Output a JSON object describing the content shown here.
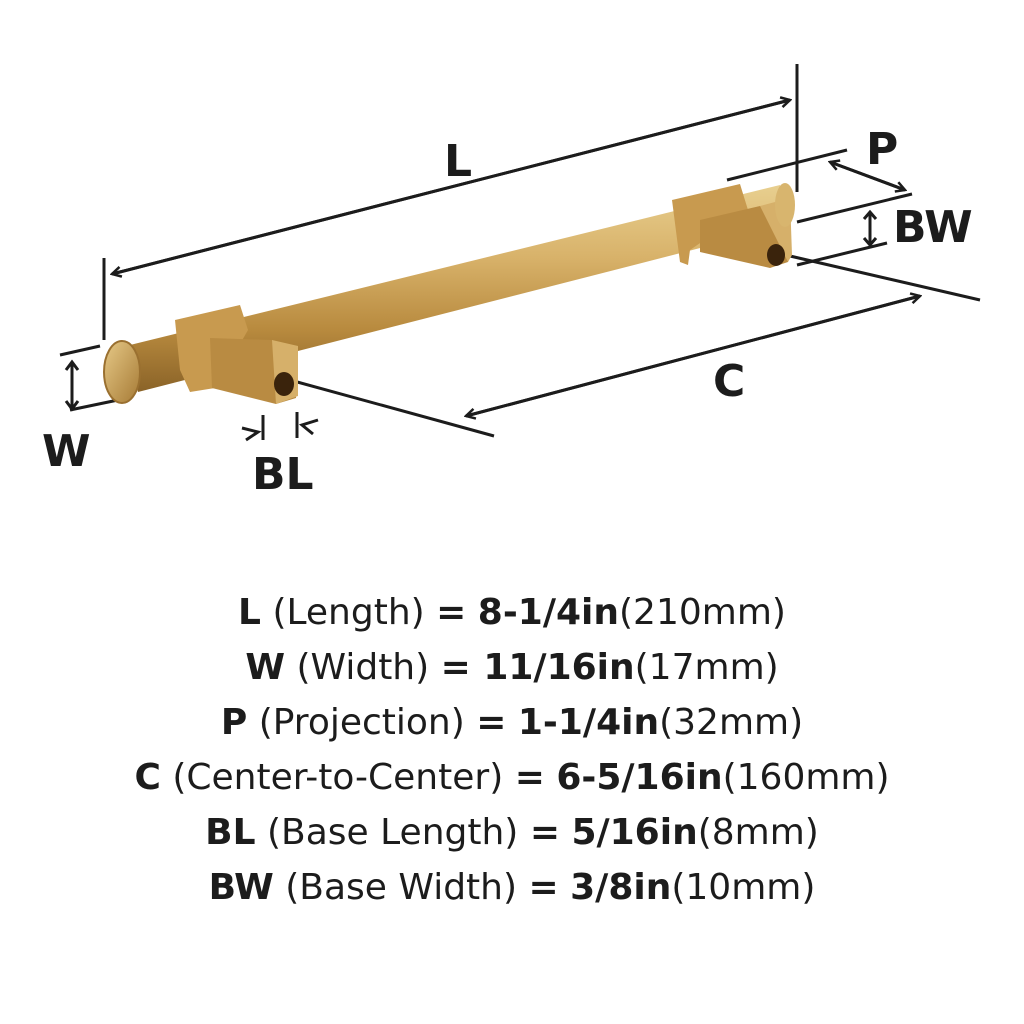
{
  "diagram": {
    "product": "bar cabinet pull",
    "finish_color": "#c9a35a",
    "line_color": "#1c1c1c",
    "labels": {
      "length": "L",
      "projection": "P",
      "base_width": "BW",
      "center_to_center": "C",
      "width": "W",
      "base_length": "BL"
    }
  },
  "specs": [
    {
      "key": "L",
      "desc": "(Length)",
      "eq": "=",
      "value": "8-1/4in",
      "metric": "(210mm)"
    },
    {
      "key": "W",
      "desc": "(Width)",
      "eq": "= ",
      "value": "11/16in",
      "metric": "(17mm)"
    },
    {
      "key": "P",
      "desc": "(Projection)",
      "eq": "=",
      "value": "1-1/4in",
      "metric": "(32mm)"
    },
    {
      "key": "C",
      "desc": "(Center-to-Center)",
      "eq": "=",
      "value": "6-5/16in",
      "metric": "(160mm)"
    },
    {
      "key": "BL",
      "desc": "(Base Length)",
      "eq": "=",
      "value": "5/16in",
      "metric": "(8mm)"
    },
    {
      "key": "BW",
      "desc": "(Base Width)",
      "eq": "=",
      "value": "3/8in",
      "metric": "(10mm)"
    }
  ]
}
